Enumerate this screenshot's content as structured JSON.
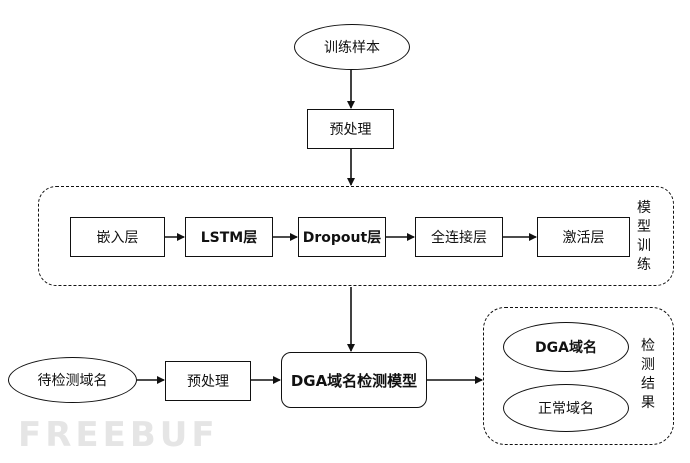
{
  "nodes": {
    "training_samples": "训练样本",
    "preprocess_top": "预处理",
    "embedding_layer": "嵌入层",
    "lstm_layer": "LSTM层",
    "dropout_layer": "Dropout层",
    "dense_layer": "全连接层",
    "activation_layer": "激活层",
    "domains_to_check": "待检测域名",
    "preprocess_bottom": "预处理",
    "dga_model": "DGA域名检测模型",
    "dga_domain": "DGA域名",
    "normal_domain": "正常域名"
  },
  "groups": {
    "model_training": [
      "模",
      "型",
      "训",
      "练"
    ],
    "detection_result": [
      "检",
      "测",
      "结",
      "果"
    ]
  },
  "watermark": "FREEBUF"
}
